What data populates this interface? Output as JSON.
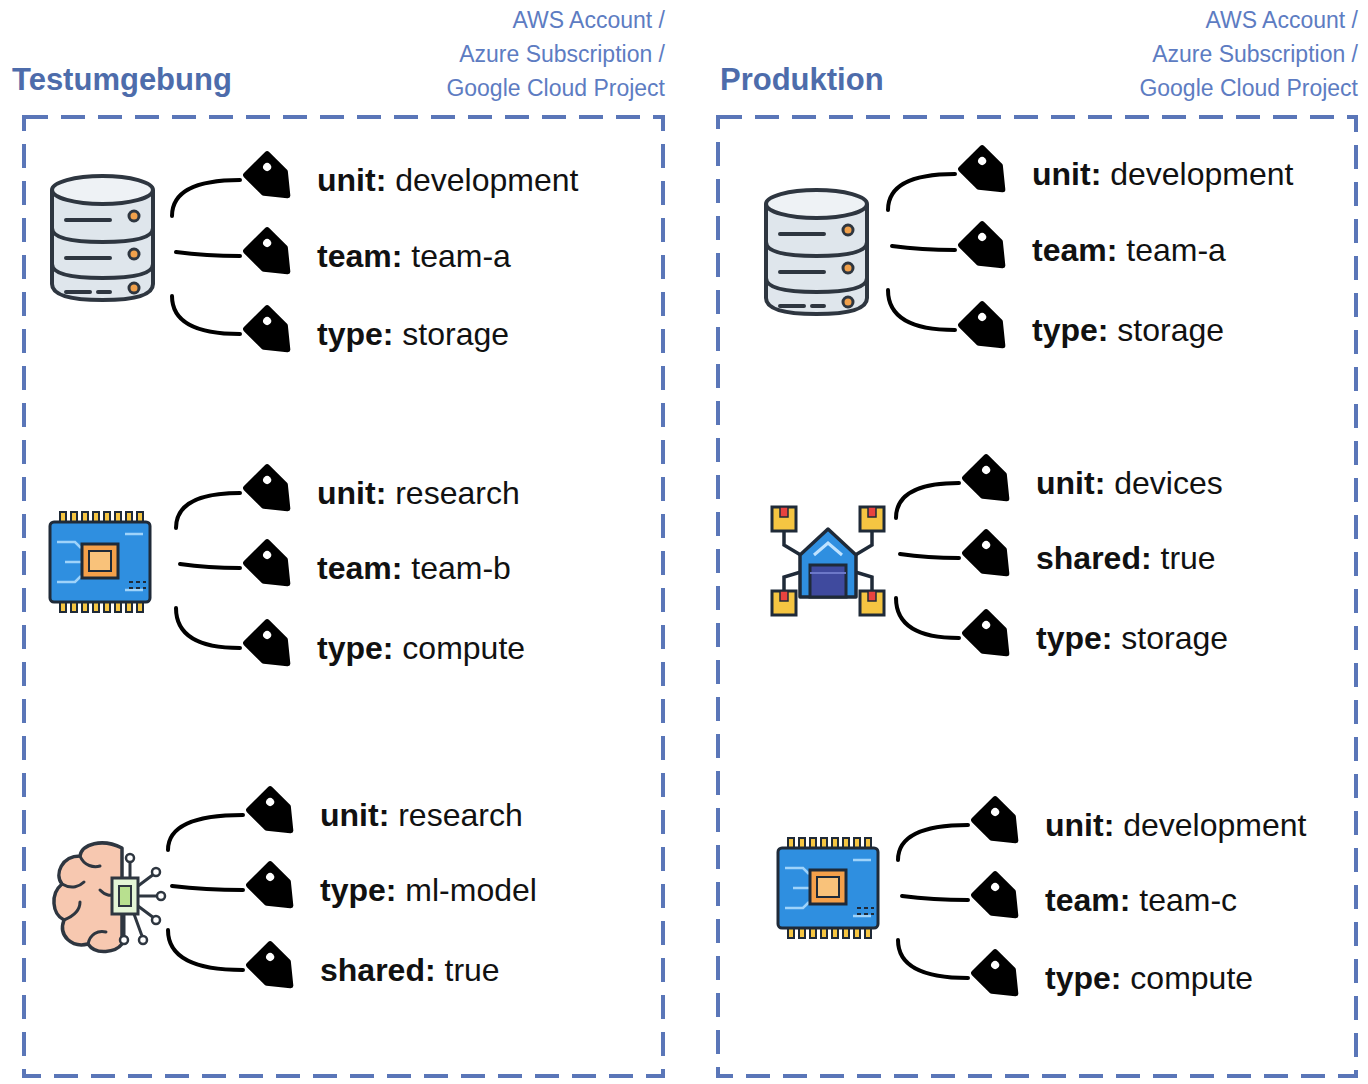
{
  "diagram": {
    "nodes": [
      {
        "text": [
          "Testumgebung",
          "AWS Account / Azure Subscription / Google Cloud Project"
        ]
      },
      {
        "text": [
          "Produktion",
          "AWS Account / Azure Subscription / Google Cloud Project"
        ]
      }
    ],
    "labels": [
      "unit: development",
      "team: team-a",
      "type: storage",
      "unit: research",
      "team: team-b",
      "type: compute",
      "unit: research",
      "type: ml-model",
      "shared: true",
      "unit: development",
      "team: team-a",
      "type: storage",
      "unit: devices",
      "shared: true",
      "type: storage",
      "unit: development",
      "team: team-c",
      "type: compute"
    ]
  }
}
